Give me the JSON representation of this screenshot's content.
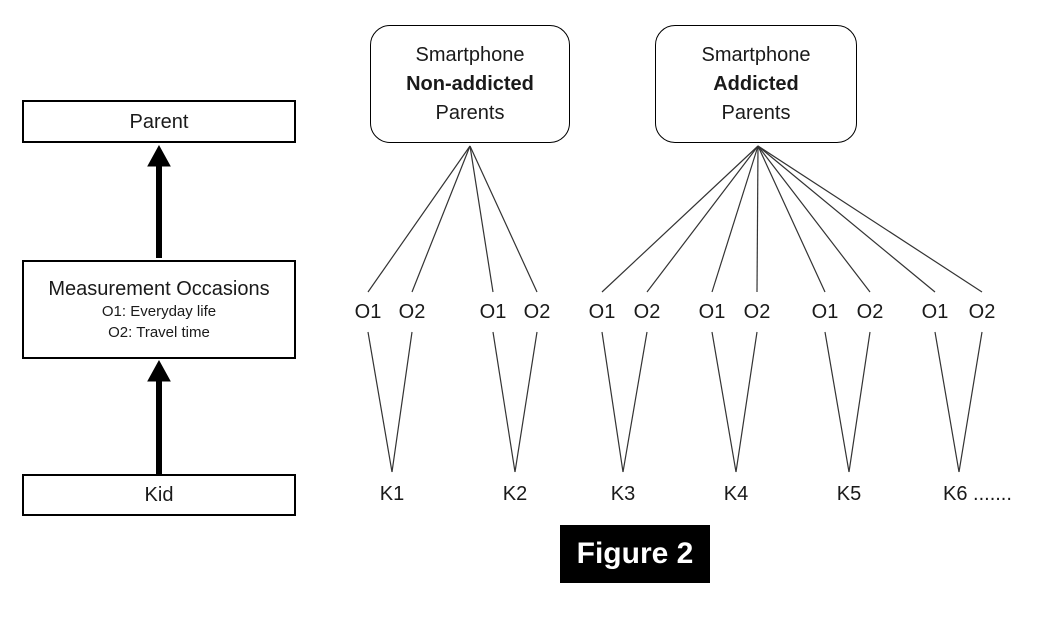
{
  "figure": {
    "caption": "Figure 2"
  },
  "left_panel": {
    "parent_label": "Parent",
    "measurement_title": "Measurement Occasions",
    "measurement_o1": "O1: Everyday life",
    "measurement_o2": "O2: Travel time",
    "kid_label": "Kid"
  },
  "groups": [
    {
      "title_top": "Smartphone",
      "title_bold": "Non-addicted",
      "title_bottom": "Parents",
      "occasions": [
        "O1",
        "O2",
        "O1",
        "O2"
      ],
      "kids": [
        "K1",
        "K2"
      ]
    },
    {
      "title_top": "Smartphone",
      "title_bold": "Addicted",
      "title_bottom": "Parents",
      "occasions": [
        "O1",
        "O2",
        "O1",
        "O2",
        "O1",
        "O2",
        "O1",
        "O2"
      ],
      "kids": [
        "K3",
        "K4",
        "K5",
        "K6 ......."
      ]
    }
  ],
  "colors": {
    "line": "#333333",
    "box_border": "#000000",
    "caption_bg": "#000000",
    "caption_text": "#ffffff"
  }
}
